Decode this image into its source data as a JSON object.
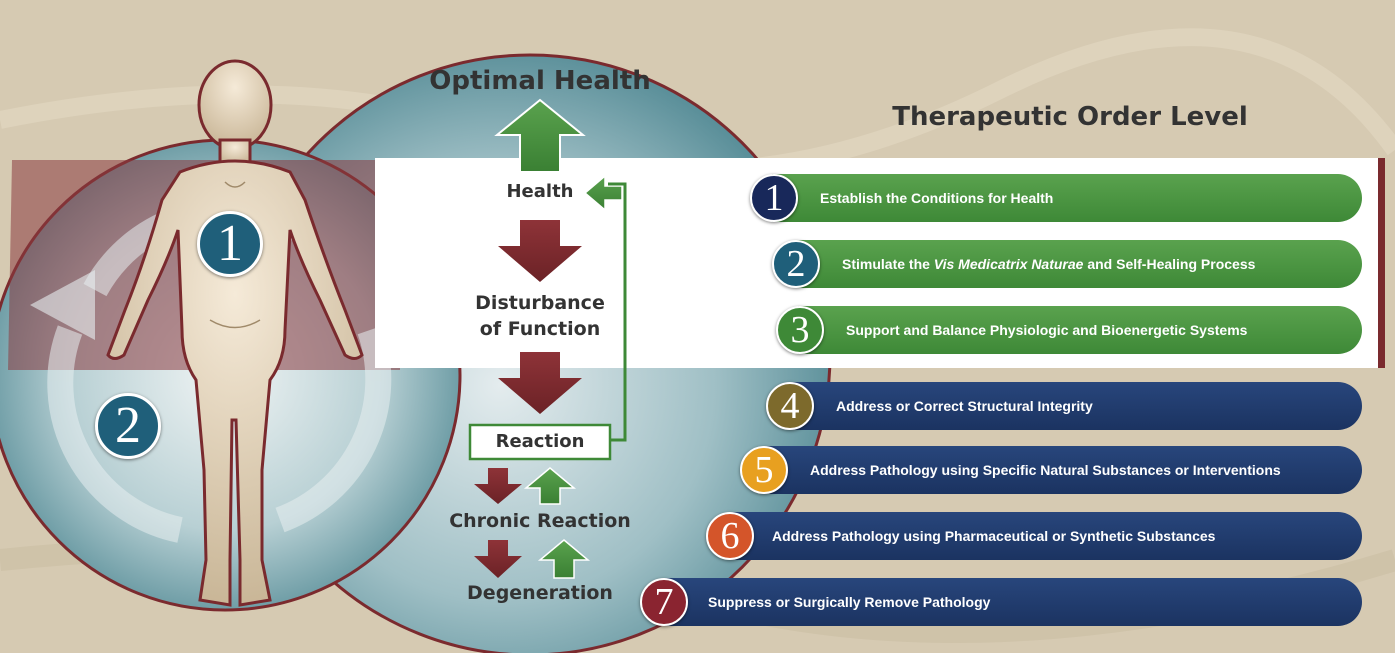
{
  "diagram": {
    "title_top": "Optimal Health",
    "section_title": "Therapeutic Order Level",
    "flow": {
      "health": "Health",
      "disturbance_line1": "Disturbance",
      "disturbance_line2": "of Function",
      "reaction": "Reaction",
      "chronic_reaction": "Chronic Reaction",
      "degeneration": "Degeneration"
    },
    "body_markers": [
      "1",
      "2"
    ],
    "levels": [
      {
        "num": "1",
        "text": "Establish the Conditions for Health",
        "badge_color": "#18285a",
        "bar_color": "green"
      },
      {
        "num": "2",
        "pre": "Stimulate the ",
        "em": "Vis Medicatrix Naturae",
        "post": " and Self-Healing Process",
        "badge_color": "#1f5f7a",
        "bar_color": "green"
      },
      {
        "num": "3",
        "text": "Support and Balance Physiologic and Bioenergetic Systems",
        "badge_color": "#3e8937",
        "bar_color": "green"
      },
      {
        "num": "4",
        "text": "Address or Correct Structural Integrity",
        "badge_color": "#7d6a2c",
        "bar_color": "navy"
      },
      {
        "num": "5",
        "text": "Address Pathology using Specific Natural Substances or Interventions",
        "badge_color": "#e8a020",
        "bar_color": "navy"
      },
      {
        "num": "6",
        "text": "Address Pathology using Pharmaceutical or Synthetic Substances",
        "badge_color": "#d4552a",
        "bar_color": "navy"
      },
      {
        "num": "7",
        "text": "Suppress or Surgically Remove Pathology",
        "badge_color": "#8a2430",
        "bar_color": "navy"
      }
    ],
    "colors": {
      "green": "#3e8937",
      "maroon": "#7a2a2e",
      "navy": "#1b3361",
      "teal_circle": "#6f9aa3"
    }
  }
}
